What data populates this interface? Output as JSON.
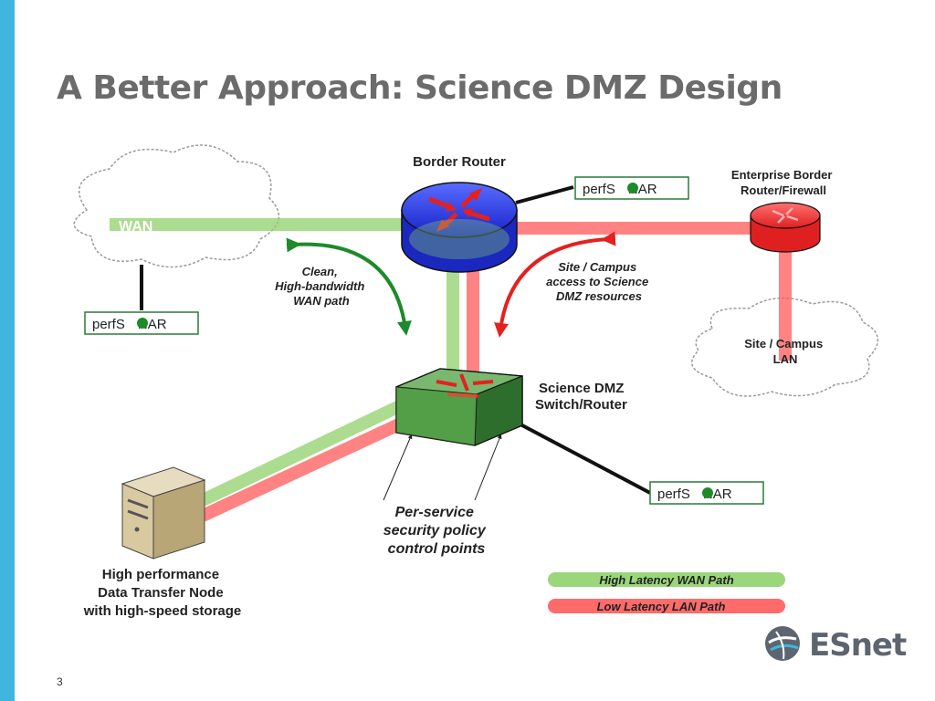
{
  "slide": {
    "title": "A Better Approach: Science DMZ Design",
    "page_number": "3"
  },
  "diagram": {
    "nodes": {
      "border_router": "Border Router",
      "enterprise_router": [
        "Enterprise Border",
        "Router/Firewall"
      ],
      "wan": "WAN",
      "site_lan": [
        "Site / Campus",
        "LAN"
      ],
      "dmz_switch": [
        "Science DMZ",
        "Switch/Router"
      ],
      "dtn": [
        "High performance",
        "Data Transfer Node",
        "with high-speed storage"
      ]
    },
    "perfsonar": {
      "left": "perfS",
      "right": "NAR"
    },
    "annotations": {
      "wan_path": [
        "Clean,",
        "High-bandwidth",
        "WAN path"
      ],
      "campus_access": [
        "Site / Campus",
        "access to Science",
        "DMZ resources"
      ],
      "security_points": [
        "Per-service",
        "security policy",
        "control points"
      ]
    },
    "legend": {
      "wan_path": "High Latency WAN Path",
      "lan_path": "Low Latency LAN Path"
    },
    "colors": {
      "wan_green": "#8fd16a",
      "lan_red": "#ff6b6b",
      "router_blue": "#2b3cf0",
      "arrow_green": "#1e8a2a",
      "arrow_red": "#e52020",
      "accent": "#3fb6e0"
    }
  },
  "logo": {
    "text": "ESnet"
  }
}
